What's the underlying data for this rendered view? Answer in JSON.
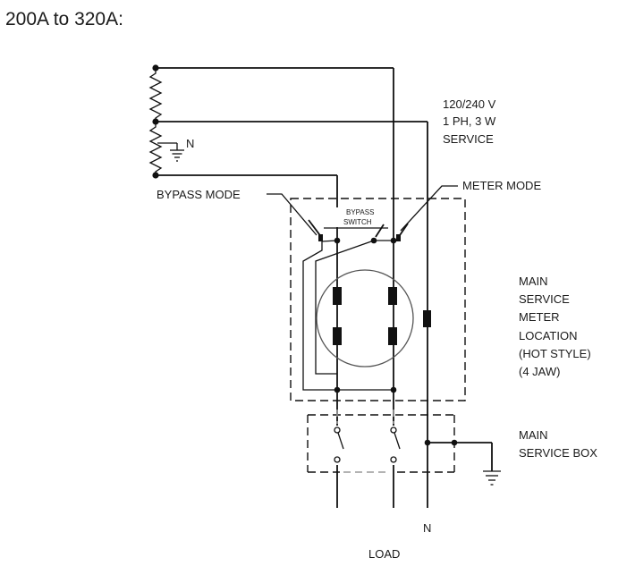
{
  "heading": "200A to 320A:",
  "labels": {
    "service": [
      "120/240 V",
      "1 PH, 3 W",
      "SERVICE"
    ],
    "ground_n": "N",
    "bypass_mode": "BYPASS MODE",
    "meter_mode": "METER MODE",
    "bypass_switch": [
      "BYPASS",
      "SWITCH"
    ],
    "meter_location": [
      "MAIN",
      "SERVICE",
      "METER",
      "LOCATION",
      "(HOT STYLE)",
      "(4 JAW)"
    ],
    "service_box": [
      "MAIN",
      "SERVICE BOX"
    ],
    "neutral_bottom": "N",
    "load": "LOAD"
  }
}
